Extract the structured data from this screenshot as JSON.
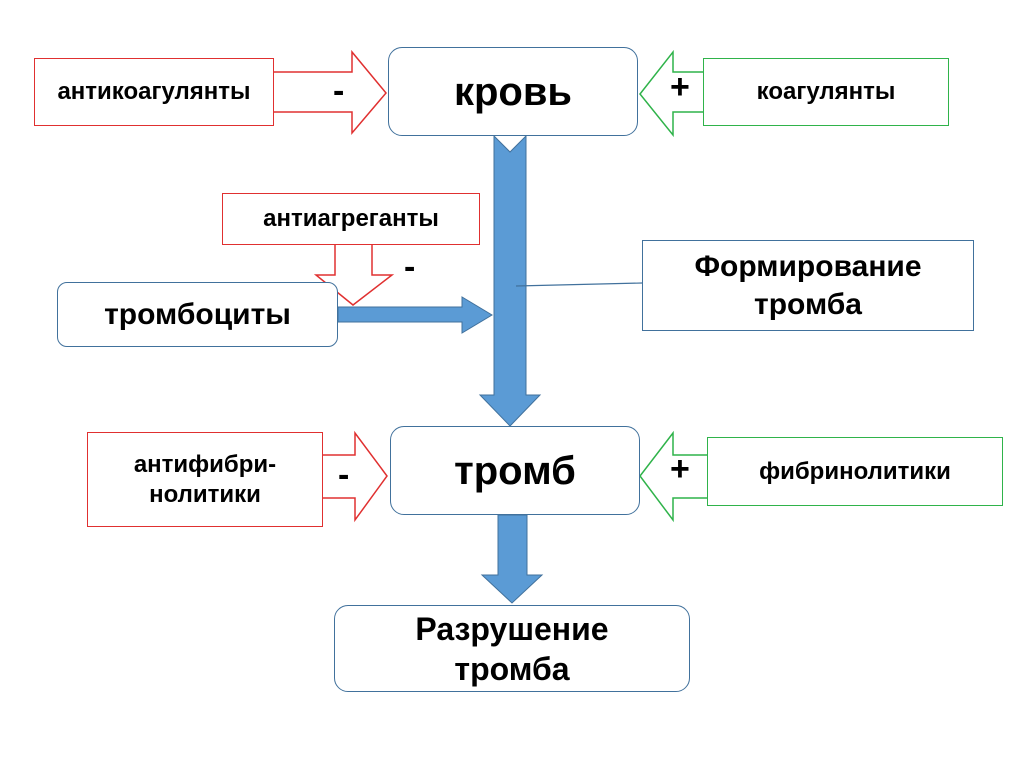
{
  "nodes": {
    "blood": "кровь",
    "anticoagulants": "антикоагулянты",
    "coagulants": "коагулянты",
    "antiaggregants": "антиагреганты",
    "platelets": "тромбоциты",
    "thrombus_formation": "Формирование тромба",
    "thrombus": "тромб",
    "antifibrinolytics": "антифибри-нолитики",
    "fibrinolytics": "фибринолитики",
    "thrombus_destruction": "Разрушение тромба"
  },
  "signs": {
    "minus": "-",
    "plus": "+"
  },
  "colors": {
    "inhibit": "#e03030",
    "promote": "#2fb34a",
    "flow": "#5b9bd5",
    "border": "#41719c"
  }
}
